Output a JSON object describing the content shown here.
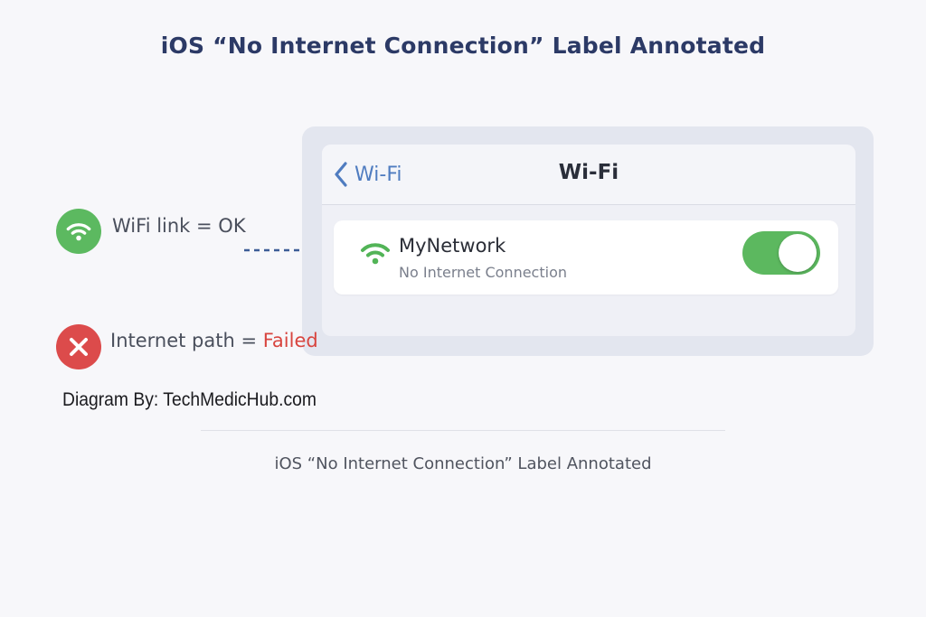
{
  "title": "iOS “No Internet Connection” Label Annotated",
  "ios_screen": {
    "back_label": "Wi-Fi",
    "nav_title": "Wi-Fi",
    "network": {
      "name": "MyNetwork",
      "status": "No Internet Connection",
      "toggle_on": true
    }
  },
  "annotations": {
    "wifi_link": {
      "label": "WiFi link = OK",
      "icon": "wifi-icon",
      "color": "#5cb960"
    },
    "internet_path": {
      "prefix": "Internet path = ",
      "status": "Failed",
      "icon": "x-icon",
      "color": "#dc4b4b"
    }
  },
  "credit": "Diagram By: TechMedicHub.com",
  "caption": "iOS “No Internet Connection” Label Annotated",
  "colors": {
    "title": "#2c3a66",
    "ios_blue": "#4f7cc0",
    "toggle_green": "#5cb85f",
    "connector_blue": "#3c5c96",
    "connector_red": "#d8453f"
  }
}
